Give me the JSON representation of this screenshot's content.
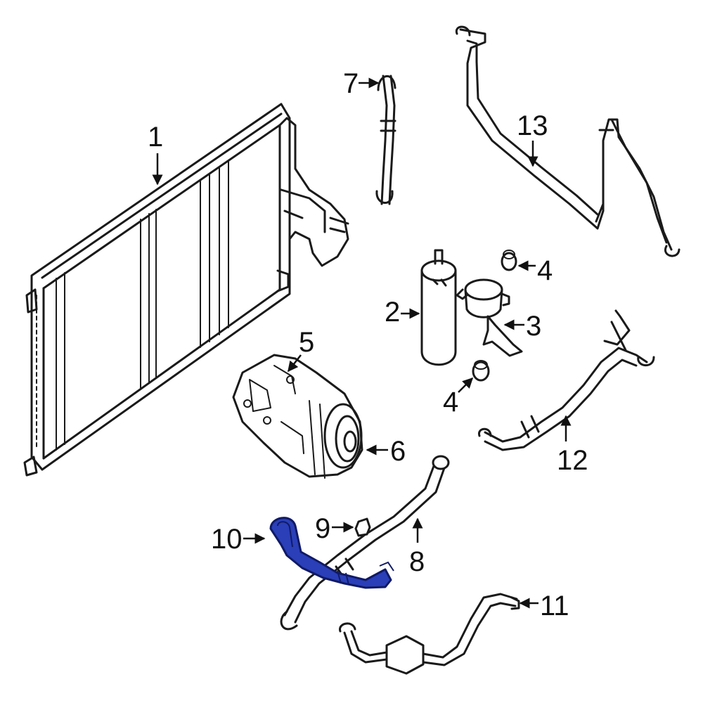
{
  "colors": {
    "line": "#1a1a1a",
    "highlight_fill": "#2a3fb8",
    "highlight_stroke": "#101a66",
    "background": "#ffffff"
  },
  "callouts": {
    "c1": "1",
    "c2": "2",
    "c3": "3",
    "c4a": "4",
    "c4b": "4",
    "c5": "5",
    "c6": "6",
    "c7": "7",
    "c8": "8",
    "c9": "9",
    "c10": "10",
    "c11": "11",
    "c12": "12",
    "c13": "13"
  }
}
